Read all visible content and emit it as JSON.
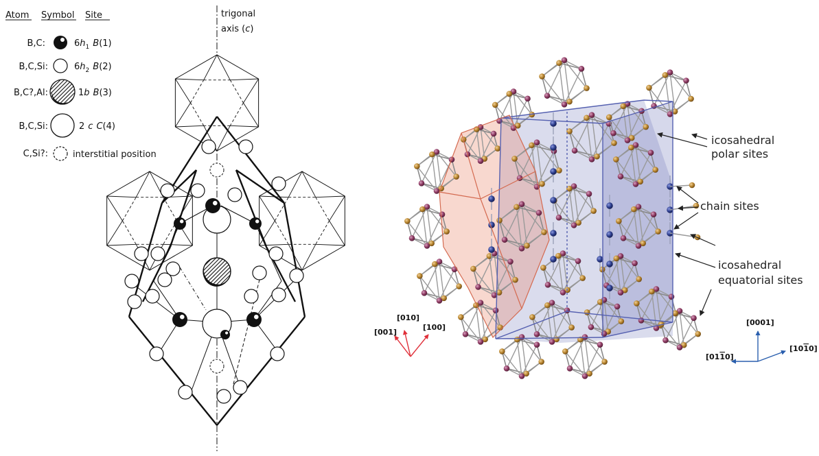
{
  "legend": {
    "headers": {
      "atom": "Atom",
      "symbol": "Symbol",
      "site": "Site"
    },
    "rows": [
      {
        "atom": "B,C:",
        "mult": "6",
        "wyckoff": "h",
        "sub": "1",
        "label": "B",
        "num": "(1)",
        "symbol": "black-sphere"
      },
      {
        "atom": "B,C,Si:",
        "mult": "6",
        "wyckoff": "h",
        "sub": "2",
        "label": "B",
        "num": "(2)",
        "symbol": "open-sphere"
      },
      {
        "atom": "B,C?,Al:",
        "mult": "1",
        "wyckoff": "b",
        "sub": "",
        "label": "B",
        "num": "(3)",
        "symbol": "hatched-sphere"
      },
      {
        "atom": "B,C,Si:",
        "mult": "2",
        "wyckoff": "c",
        "sub": "",
        "label": "C",
        "num": "(4)",
        "symbol": "large-open-sphere"
      }
    ],
    "interstitial": {
      "atom": "C,Si?:",
      "text": "interstitial position"
    }
  },
  "axis_label": {
    "line1": "trigonal",
    "line2a": "axis (",
    "line2b": "c",
    "line2c": ")"
  },
  "annotations": {
    "polar": [
      "icosahedral",
      "polar sites"
    ],
    "chain": "chain sites",
    "equatorial": [
      "icosahedral",
      "equatorial sites"
    ]
  },
  "rhombo_axes": {
    "a": "[010]",
    "b": "[001]",
    "c": "[100]",
    "color": "#e0303a"
  },
  "hex_axes": {
    "c": "[0001]",
    "a1": "[01",
    "a1bar": "1",
    "a1end": "0]",
    "a2": "[10",
    "a2bar": "1",
    "a2end": "0]",
    "color": "#2a5fae"
  },
  "colors": {
    "pink_atom": "#8e3a62",
    "gold_atom": "#b8852e",
    "blue_atom": "#2d3e8e",
    "hex_cell": "#6a74b8",
    "rhombo_cell": "#e98a6e"
  }
}
